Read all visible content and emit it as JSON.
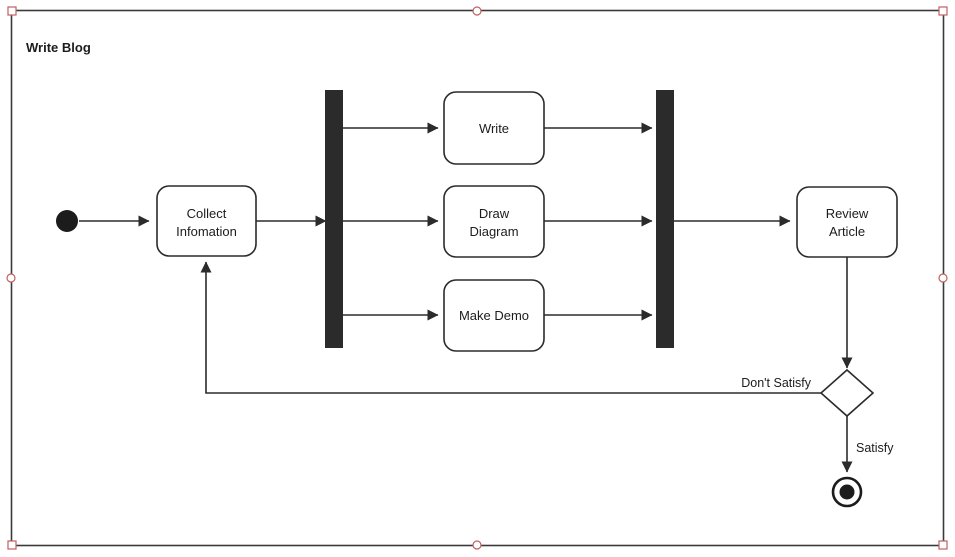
{
  "diagram": {
    "type": "uml-activity-diagram",
    "title": "Write Blog",
    "colors": {
      "stroke": "#2b2b2b",
      "node_fill": "#ffffff",
      "bar_fill": "#2b2b2b",
      "frame_stroke": "#3a3a3a",
      "handle_stroke": "#c06060",
      "canvas": "#ffffff"
    },
    "nodes": {
      "start": "",
      "collect": "Collect\nInfomation",
      "collect_line1": "Collect",
      "collect_line2": "Infomation",
      "write": "Write",
      "draw_line1": "Draw",
      "draw_line2": "Diagram",
      "make_demo": "Make Demo",
      "review_line1": "Review",
      "review_line2": "Article",
      "decision": "",
      "end": ""
    },
    "edge_labels": {
      "dont_satisfy": "Don't Satisfy",
      "satisfy": "Satisfy"
    }
  }
}
